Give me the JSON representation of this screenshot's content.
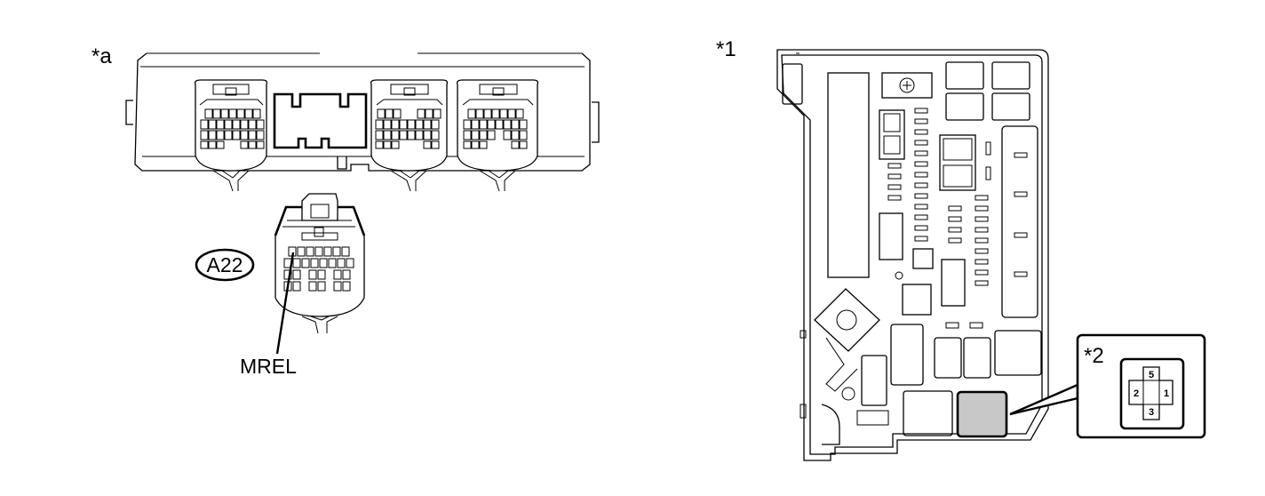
{
  "ecu_view": {
    "label": "*a",
    "connector_code": "A22",
    "terminal_name": "MREL"
  },
  "relay_block_view": {
    "label": "*1",
    "detail_label": "*2",
    "highlight_color": "#c8c8c8",
    "relay_pins": [
      "5",
      "2",
      "1",
      "3"
    ]
  }
}
